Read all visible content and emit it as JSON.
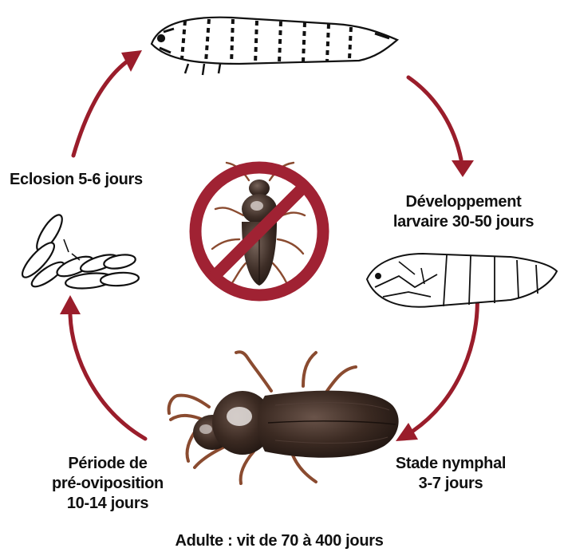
{
  "stages": {
    "eclosion": "Eclosion 5-6 jours",
    "larval_line1": "Développement",
    "larval_line2": "larvaire 30-50 jours",
    "nymph_line1": "Stade nymphal",
    "nymph_line2": "3-7 jours",
    "preovi_line1": "Période de",
    "preovi_line2": "pré-oviposition",
    "preovi_line3": "10-14 jours",
    "adult": "Adulte : vit de 70 à 400 jours"
  },
  "illustrations": {
    "larva": "larva-drawing",
    "eggs": "eggs-drawing",
    "pupa": "pupa-drawing",
    "adult_beetle": "adult-beetle-photo",
    "prohibition": "no-beetle-sign"
  },
  "colors": {
    "arrow": "#9a1d2b",
    "prohibition": "#a02233",
    "text": "#111111",
    "beetle": "#3b2a22"
  }
}
